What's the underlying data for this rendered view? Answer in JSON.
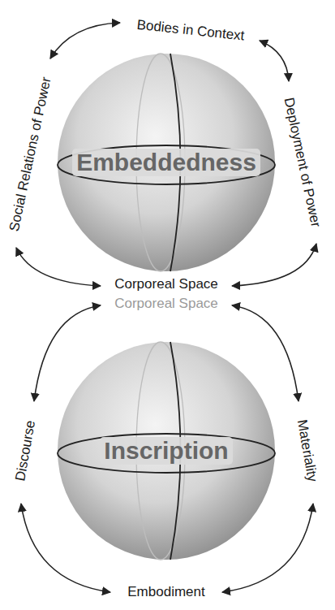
{
  "diagram": {
    "nodes": [
      {
        "text": [
          "Embeddedness"
        ]
      },
      {
        "text": [
          "Inscription"
        ]
      }
    ],
    "labels": [
      "Bodies in Context",
      "Social Relations of Power",
      "Deployment of Power",
      "Corporeal Space",
      "Corporeal Space",
      "Discourse",
      "Materiality",
      "Embodiment"
    ]
  }
}
